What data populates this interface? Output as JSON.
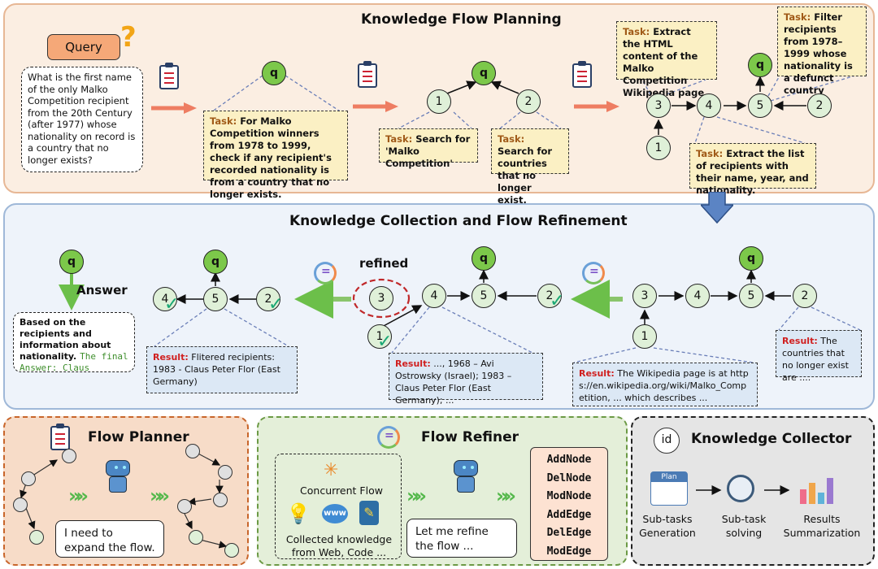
{
  "top": {
    "title": "Knowledge Flow Planning",
    "query_label": "Query",
    "query_text": "What is the first name of the only Malko Competition recipient from the 20th Century (after 1977) whose nationality on record is a country that no longer exists?",
    "task_prefix": "Task:",
    "task_main": "For Malko Competition winners from 1978 to 1999, check if any recipient's recorded nationality is from a country that no longer exists.",
    "task_search1": "Search for 'Malko Competition'",
    "task_search2": "Search for countries that no longer exist.",
    "task_extract_html": "Extract the HTML content of the Malko Competition Wikipedia page",
    "task_filter": "Filter recipients from 1978–1999 whose nationality is a defunct country",
    "task_extract_list": "Extract the list of recipients with their name, year, and nationality."
  },
  "mid": {
    "title": "Knowledge Collection and Flow Refinement",
    "refined": "refined",
    "answer_label": "Answer",
    "answer_text": "Based on the recipients and information about nationality.",
    "answer_final": "The final Answer: Claus",
    "result_prefix": "Result:",
    "result_filtered": "Flitered recipients: 1983 - Claus Peter Flor (East Germany)",
    "result_list": "..., 1968 – Avi Ostrowsky (Israel); 1983 – Claus Peter Flor (East Germany); ...",
    "result_wiki": "The Wikipedia page is at https://en.wikipedia.org/wiki/Malko_Competition, ... which describes ...",
    "result_countries": "The countries that no longer exist are ...."
  },
  "nodes": {
    "q": "q",
    "n1": "1",
    "n2": "2",
    "n3": "3",
    "n4": "4",
    "n5": "5"
  },
  "planner": {
    "title": "Flow Planner",
    "bubble": "I need to expand the flow."
  },
  "refiner": {
    "title": "Flow Refiner",
    "concurrent": "Concurrent Flow",
    "collected": "Collected knowledge from Web, Code ...",
    "bubble": "Let me refine the flow ...",
    "ops": [
      "AddNode",
      "DelNode",
      "ModNode",
      "AddEdge",
      "DelEdge",
      "ModEdge"
    ]
  },
  "collector": {
    "id_label": "id",
    "title": "Knowledge Collector",
    "plan_label": "Plan",
    "step1": "Sub-tasks Generation",
    "step2": "Sub-task solving",
    "step3": "Results Summarization"
  },
  "colors": {
    "accent_arrow": "#ee7d62",
    "node_fill": "#dff0d8",
    "q_fill": "#7cc84a",
    "check": "#19a774",
    "answer_green": "#3e8e2c"
  }
}
